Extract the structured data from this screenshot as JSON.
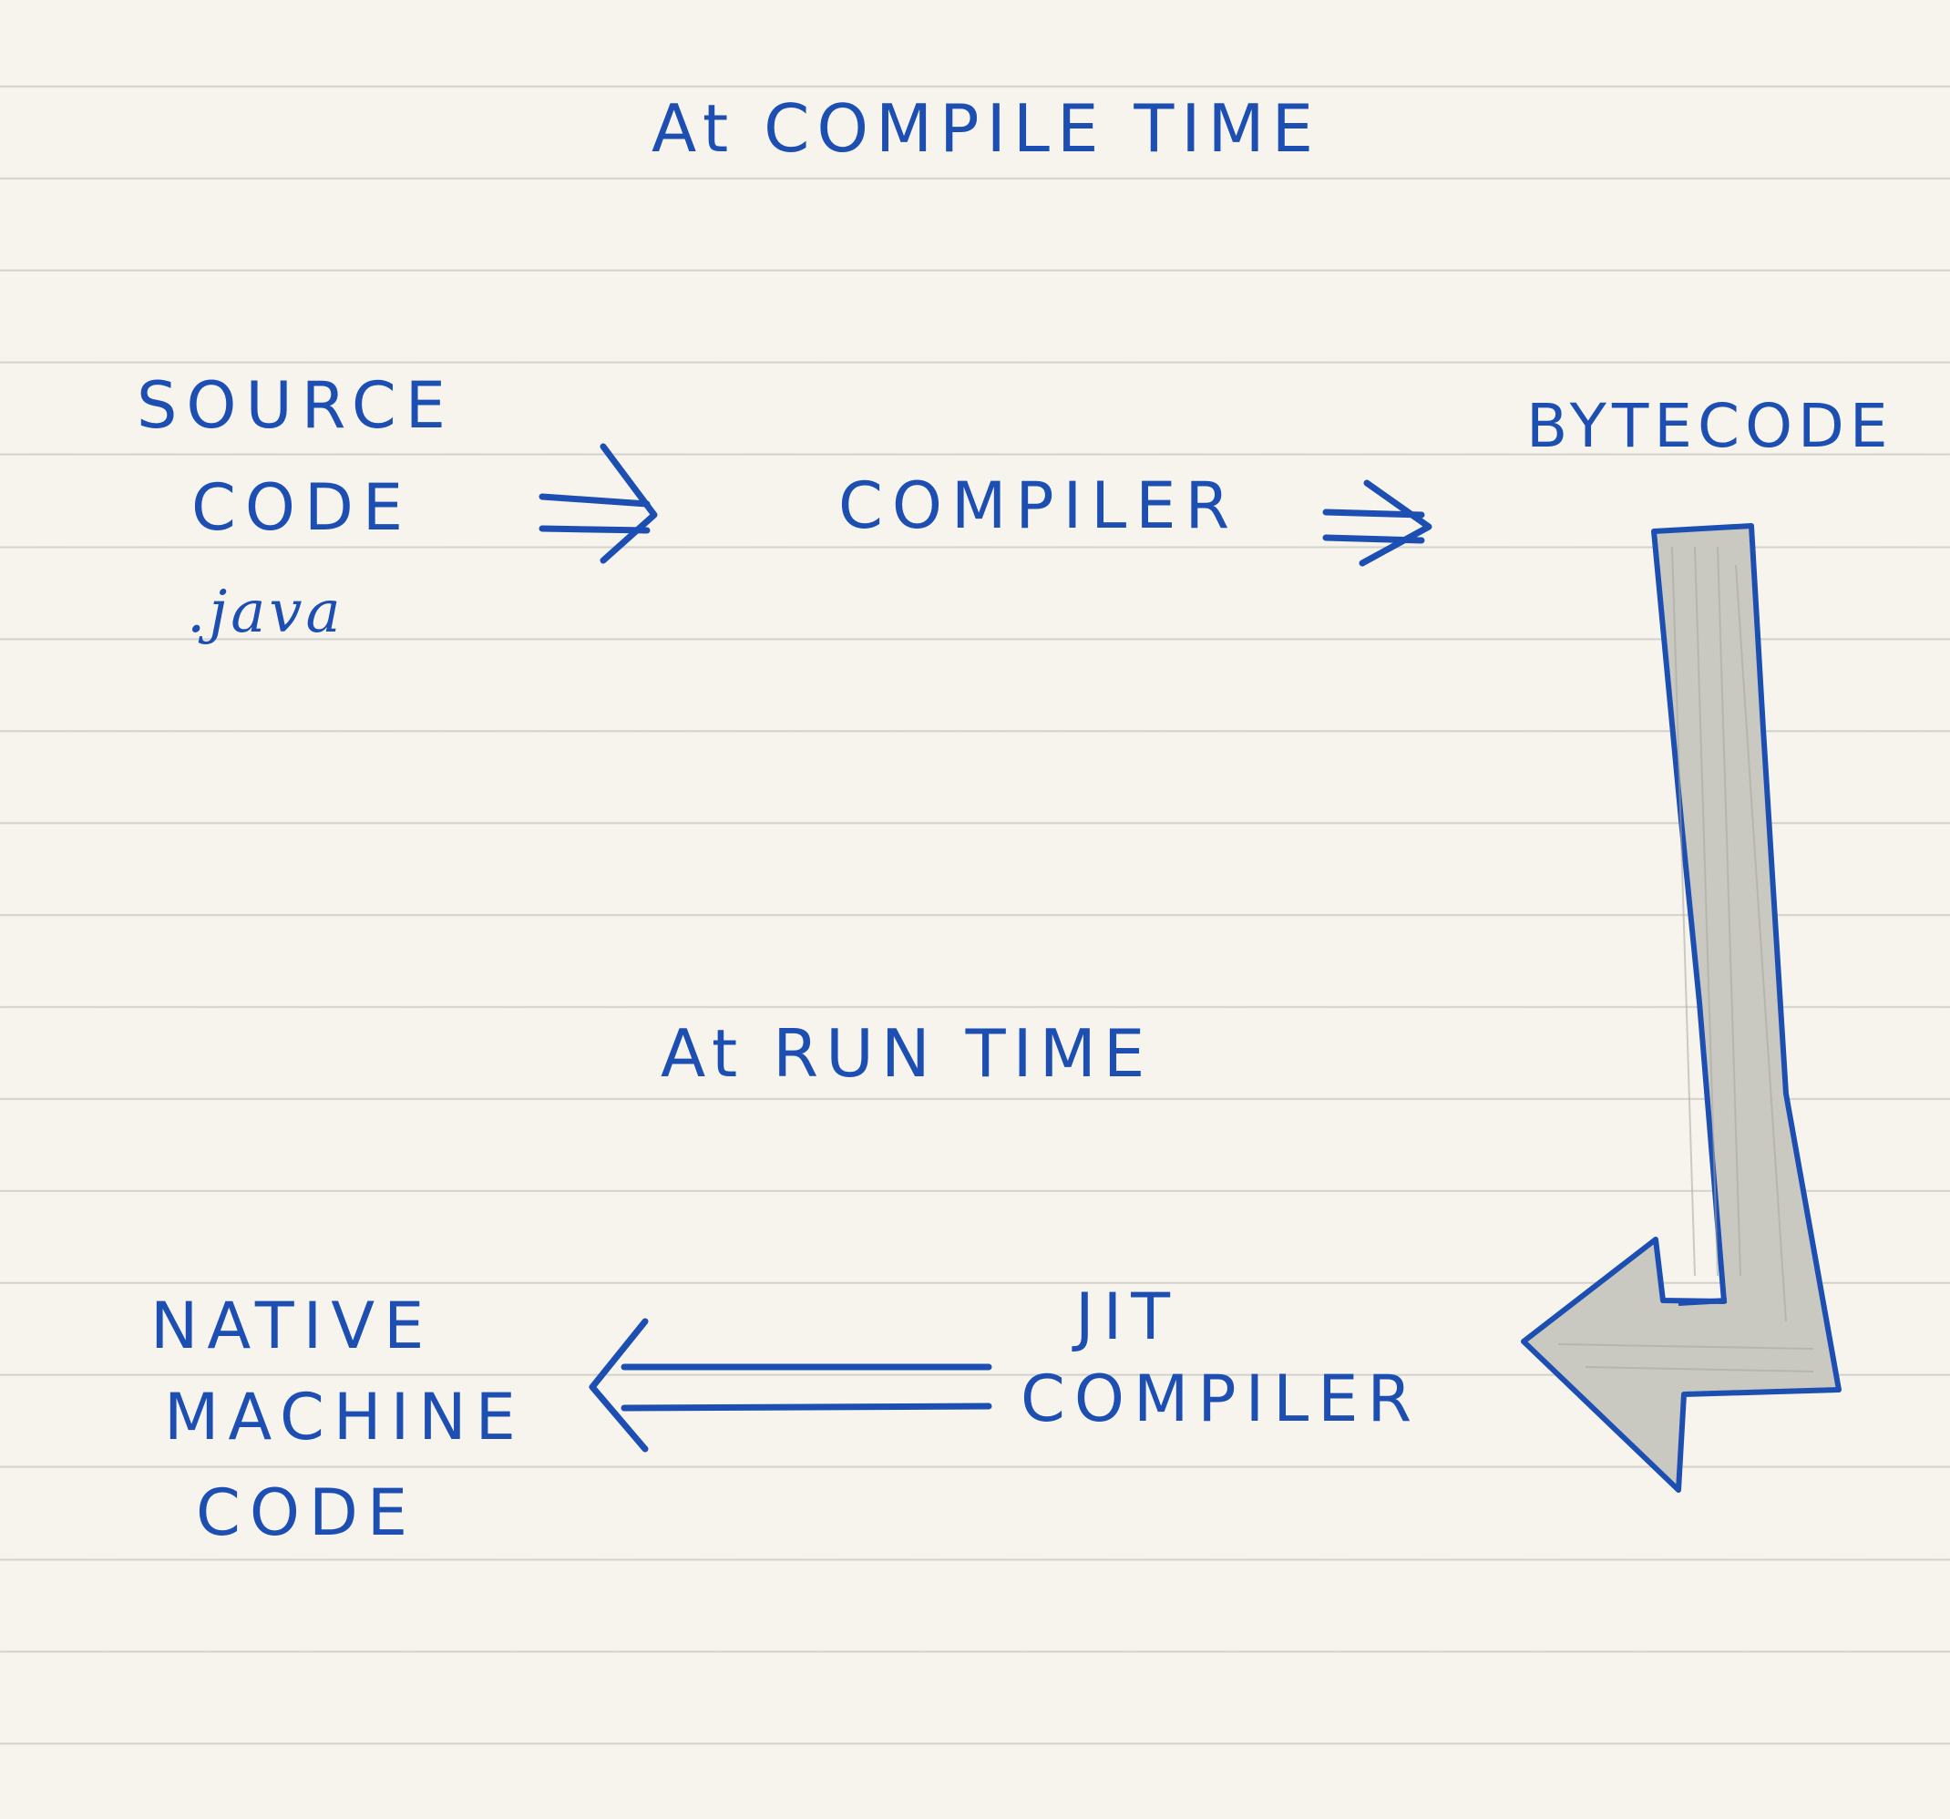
{
  "diagram": {
    "title_compile": "At COMPILE TIME",
    "source_line1": "SOURCE",
    "source_line2": "CODE",
    "source_ext": ".java",
    "compiler": "COMPILER",
    "bytecode": "BYTECODE",
    "title_runtime": "At RUN TIME",
    "jit_line1": "JIT",
    "jit_line2": "COMPILER",
    "native_line1": "NATIVE",
    "native_line2": "MACHINE",
    "native_line3": "CODE"
  },
  "colors": {
    "ink": "#1d4fb3",
    "pencil_fill": "#c9c9c2",
    "paper": "#f7f4ed",
    "rule_line": "#9a9a9a"
  }
}
